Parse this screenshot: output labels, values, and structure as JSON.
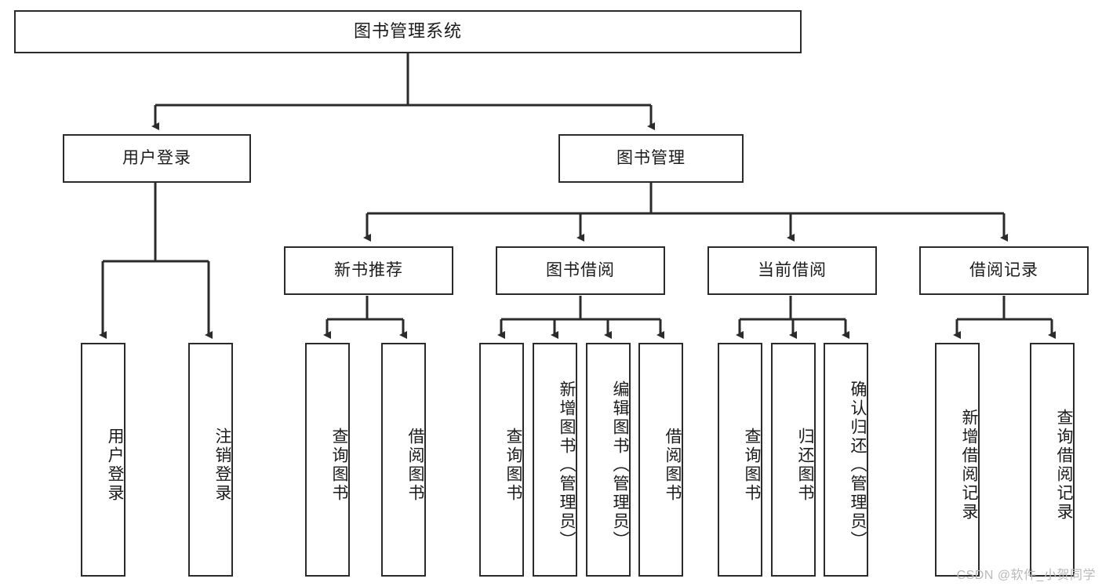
{
  "diagram": {
    "type": "tree",
    "title": "图书管理系统",
    "orientation": "top-down",
    "colors": {
      "box_stroke": "#2b2b2b",
      "box_fill": "#ffffff",
      "connector": "#2b2b2b",
      "text": "#1b1b1b",
      "watermark": "#b9b9b9"
    },
    "root": {
      "label": "图书管理系统"
    },
    "level2": [
      {
        "label": "用户登录"
      },
      {
        "label": "图书管理"
      }
    ],
    "level3": [
      {
        "label": "新书推荐"
      },
      {
        "label": "图书借阅"
      },
      {
        "label": "当前借阅"
      },
      {
        "label": "借阅记录"
      }
    ],
    "leaves": {
      "user_login": [
        {
          "label": "用户登录"
        },
        {
          "label": "注销登录"
        }
      ],
      "new_book_recommend": [
        {
          "label": "查询图书"
        },
        {
          "label": "借阅图书"
        }
      ],
      "book_borrow": [
        {
          "label": "查询图书"
        },
        {
          "label": "新增图书（管理员）"
        },
        {
          "label": "编辑图书（管理员）"
        },
        {
          "label": "借阅图书"
        }
      ],
      "current_borrow": [
        {
          "label": "查询图书"
        },
        {
          "label": "归还图书"
        },
        {
          "label": "确认归还（管理员）"
        }
      ],
      "borrow_record": [
        {
          "label": "新增借阅记录"
        },
        {
          "label": "查询借阅记录"
        }
      ]
    }
  },
  "watermark": {
    "text": "CSDN @软件_小贺同学"
  }
}
